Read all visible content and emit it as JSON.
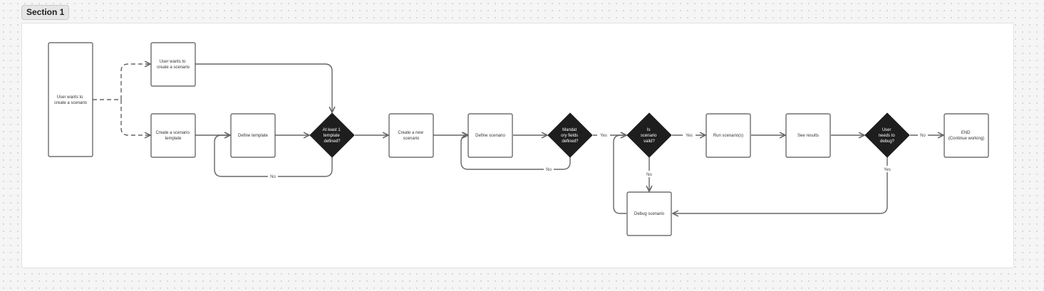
{
  "section": {
    "title": "Section 1"
  },
  "nodes": {
    "start_scenario": {
      "lines": [
        "User wants to",
        "create a scenario"
      ]
    },
    "user_wants_scenario": {
      "lines": [
        "User wants to",
        "create a scenario"
      ]
    },
    "create_template": {
      "lines": [
        "Create a scenario",
        "template"
      ]
    },
    "define_template": {
      "lines": [
        "Define template"
      ]
    },
    "template_defined": {
      "lines": [
        "At least 1",
        "template",
        "defined?"
      ]
    },
    "create_new_scenario": {
      "lines": [
        "Create a new",
        "scenario"
      ]
    },
    "define_scenario": {
      "lines": [
        "Define scenario"
      ]
    },
    "mandatory_fields": {
      "lines": [
        "Mandat",
        "ory fields",
        "defined?"
      ]
    },
    "scenario_valid": {
      "lines": [
        "Is",
        "scenario",
        "valid?"
      ]
    },
    "run_scenarios": {
      "lines": [
        "Run scenario(s)"
      ]
    },
    "see_results": {
      "lines": [
        "See results"
      ]
    },
    "needs_debug": {
      "lines": [
        "User",
        "needs to",
        "debug?"
      ]
    },
    "end": {
      "lines": [
        "END",
        "(Continue working)"
      ]
    },
    "debug_scenario": {
      "lines": [
        "Debug scenario"
      ]
    }
  },
  "edge_labels": {
    "template_no": "No",
    "mandatory_yes": "Yes",
    "mandatory_no": "No",
    "valid_yes": "Yes",
    "valid_no": "No",
    "debug_no": "No",
    "debug_yes": "Yes"
  },
  "colors": {
    "canvas": "#f5f5f5",
    "frame": "#ffffff",
    "decision_fill": "#1e1e1e",
    "box_stroke": "#555555",
    "edge": "#666666"
  }
}
